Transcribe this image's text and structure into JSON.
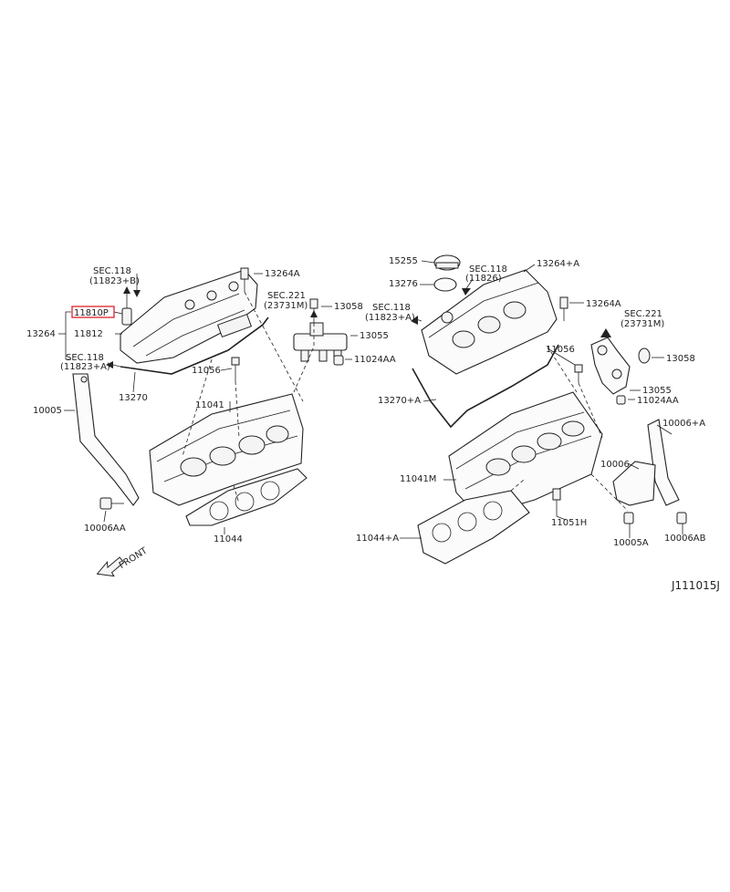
{
  "diagram_code": "J111015J",
  "front_label": "FRONT",
  "highlight_color": "#e0303a",
  "left": {
    "sec118_b": "SEC.118",
    "sec118_b_ref": "(11823+B)",
    "p11810p": "11810P",
    "p13264": "13264",
    "p11812": "11812",
    "sec118_a": "SEC.118",
    "sec118_a_ref": "(11823+A)",
    "p13264a": "13264A",
    "sec221": "SEC.221",
    "sec221_ref": "(23731M)",
    "p13058": "13058",
    "p13055": "13055",
    "p11024aa": "11024AA",
    "p11056": "11056",
    "p13270": "13270",
    "p10005": "10005",
    "p11041": "11041",
    "p10006aa": "10006AA",
    "p11044": "11044"
  },
  "right": {
    "p15255": "15255",
    "p13276": "13276",
    "sec118_c": "SEC.118",
    "sec118_c_ref": "(11826)",
    "p13264_a": "13264+A",
    "sec118_a": "SEC.118",
    "sec118_a_ref": "(11823+A)",
    "p13264a": "13264A",
    "sec221": "SEC.221",
    "sec221_ref": "(23731M)",
    "p11056": "11056",
    "p13058": "13058",
    "p13055": "13055",
    "p11024aa": "11024AA",
    "p13270_a": "13270+A",
    "p10006_a": "10006+A",
    "p10006": "10006",
    "p11041m": "11041M",
    "p11051h": "11051H",
    "p10005a": "10005A",
    "p10006ab": "10006AB",
    "p11044_a": "11044+A"
  }
}
